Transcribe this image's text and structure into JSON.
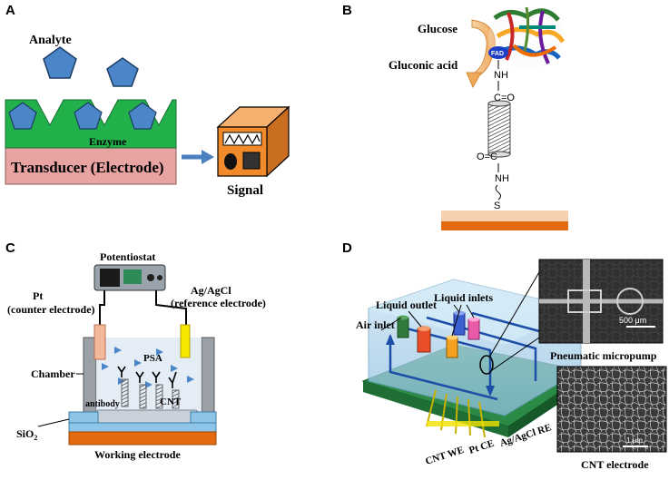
{
  "panels": {
    "a": {
      "letter": "A",
      "analyte": "Analyte",
      "enzyme": "Enzyme",
      "transducer": "Transducer (Electrode)",
      "signal": "Signal"
    },
    "b": {
      "letter": "B",
      "glucose": "Glucose",
      "gluconic_acid": "Gluconic acid",
      "fad": "FAD",
      "nh_top": "NH",
      "co_top": "C=O",
      "co_bottom": "O=C",
      "nh_bottom": "NH",
      "s": "S"
    },
    "c": {
      "letter": "C",
      "potentiostat": "Potentiostat",
      "agagcl": "Ag/AgCl",
      "reference": "(reference electrode)",
      "pt": "Pt",
      "counter": "(counter electrode)",
      "chamber": "Chamber",
      "psa": "PSA",
      "antibody": "antibody",
      "cnt": "CNT",
      "sio2": "SiO",
      "sio2_sub": "2",
      "working": "Working electrode"
    },
    "d": {
      "letter": "D",
      "liquid_outlet": "Liquid outlet",
      "air_inlet": "Air inlet",
      "liquid_inlets": "Liquid inlets",
      "scale_500": "500 μm",
      "micropump": "Pneumatic micropump",
      "scale_1": "1 μm",
      "cnt_we": "CNT WE",
      "pt_ce": "Pt CE",
      "agagcl_re": "Ag/AgCl RE",
      "cnt_electrode": "CNT electrode"
    }
  },
  "colors": {
    "enzyme_green": "#22b04b",
    "transducer_pink": "#e8a3a3",
    "analyte_blue": "#4a86c8",
    "signal_orange": "#f08a2a",
    "arrow_blue": "#4a7fc0",
    "substrate_orange": "#e46a10",
    "substrate_peach": "#f6cfae",
    "chip_green": "#3aa65a"
  }
}
